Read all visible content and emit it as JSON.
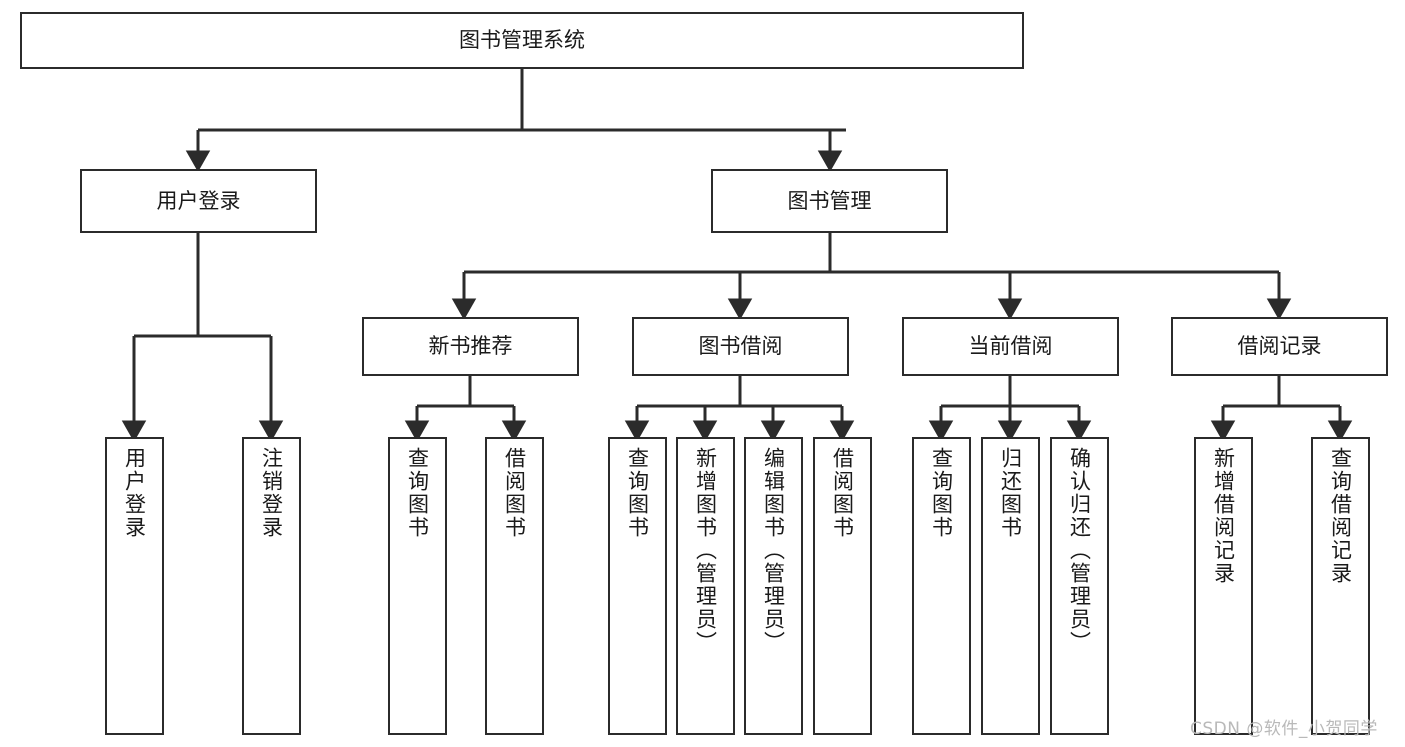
{
  "diagram": {
    "title": "图书管理系统",
    "type": "tree-hierarchy-diagram",
    "colors": {
      "stroke": "#2b2b2b",
      "fill": "#ffffff",
      "text": "#1a1a1a",
      "watermark": "#b9b9b9"
    },
    "watermark": "CSDN @软件_小贺同学",
    "nodes": {
      "root": {
        "label": "图书管理系统"
      },
      "level2": [
        {
          "label": "用户登录"
        },
        {
          "label": "图书管理"
        }
      ],
      "level3": [
        {
          "label": "新书推荐"
        },
        {
          "label": "图书借阅"
        },
        {
          "label": "当前借阅"
        },
        {
          "label": "借阅记录"
        }
      ],
      "leaves": {
        "user_login": [
          {
            "label": "用户登录"
          },
          {
            "label": "注销登录"
          }
        ],
        "new_book": [
          {
            "label": "查询图书"
          },
          {
            "label": "借阅图书"
          }
        ],
        "book_borrow": [
          {
            "label": "查询图书"
          },
          {
            "label": "新增图书（管理员）"
          },
          {
            "label": "编辑图书（管理员）"
          },
          {
            "label": "借阅图书"
          }
        ],
        "current_borrow": [
          {
            "label": "查询图书"
          },
          {
            "label": "归还图书"
          },
          {
            "label": "确认归还（管理员）"
          }
        ],
        "borrow_record": [
          {
            "label": "新增借阅记录"
          },
          {
            "label": "查询借阅记录"
          }
        ]
      }
    }
  }
}
